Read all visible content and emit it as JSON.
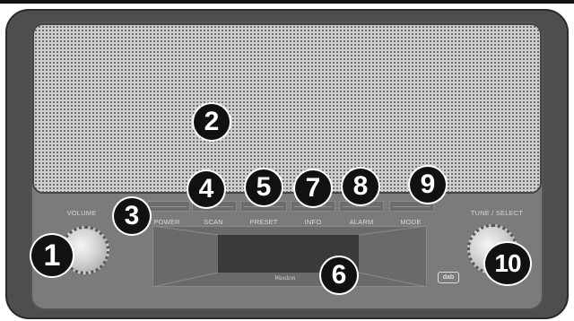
{
  "device": {
    "labels": {
      "volume": "VOLUME",
      "tune_select": "TUNE / SELECT",
      "power": "POWER",
      "scan": "SCAN",
      "preset": "PRESET",
      "info": "INFO",
      "alarm": "ALARM",
      "mode": "MODE",
      "brand": "Waxdem",
      "dab_logo": "dab"
    }
  },
  "callouts": {
    "volume_knob": "1",
    "speaker_grille": "2",
    "power_button": "3",
    "scan_button": "4",
    "preset_button": "5",
    "display": "6",
    "info_button": "7",
    "alarm_button": "8",
    "mode_button": "9",
    "tune_select_knob": "10"
  },
  "colors": {
    "body": "#4e4e4e",
    "panel": "#7b7b7b",
    "grille": "#cfcfcf",
    "callout": "#111111"
  }
}
